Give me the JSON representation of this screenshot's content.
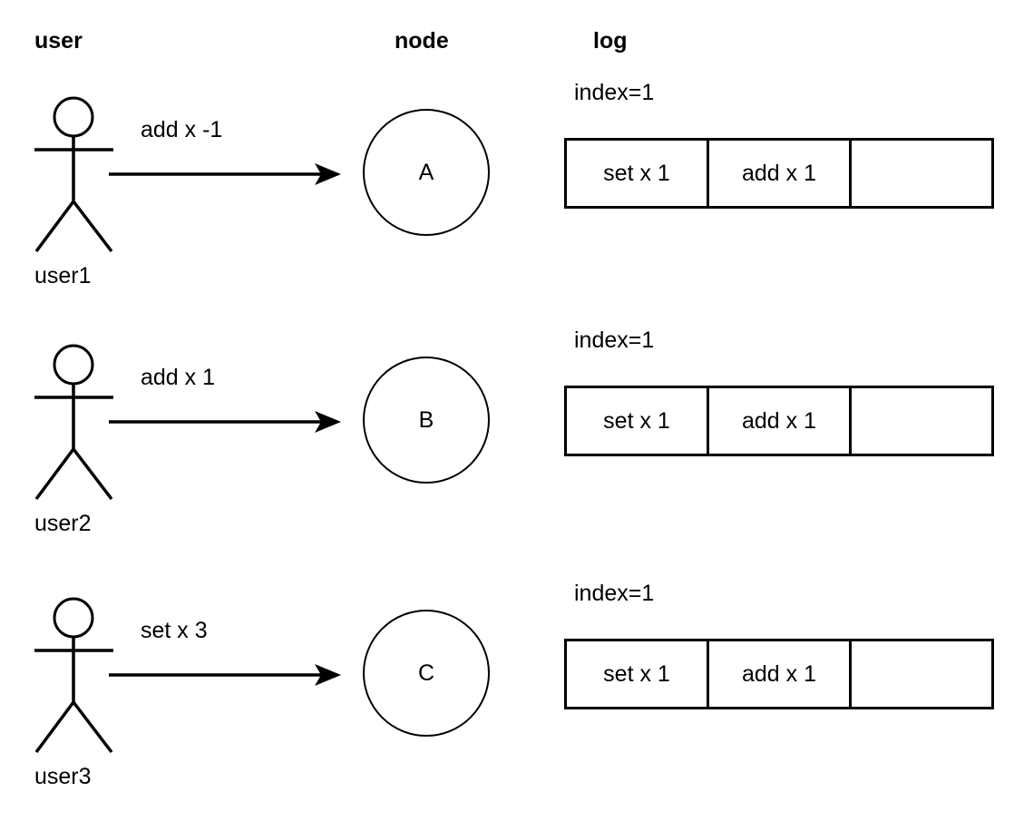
{
  "headers": {
    "user": "user",
    "node": "node",
    "log": "log"
  },
  "colors": {
    "stroke": "#000000",
    "background": "#ffffff"
  },
  "rows": [
    {
      "actor_label": "user1",
      "actor_icon": "stick-figure-icon",
      "arrow_icon": "arrow-right-icon",
      "message": "add x -1",
      "node_label": "A",
      "log": {
        "index_label": "index=1",
        "entries": [
          "set x 1",
          "add x 1",
          ""
        ]
      }
    },
    {
      "actor_label": "user2",
      "actor_icon": "stick-figure-icon",
      "arrow_icon": "arrow-right-icon",
      "message": "add x 1",
      "node_label": "B",
      "log": {
        "index_label": "index=1",
        "entries": [
          "set x 1",
          "add x 1",
          ""
        ]
      }
    },
    {
      "actor_label": "user3",
      "actor_icon": "stick-figure-icon",
      "arrow_icon": "arrow-right-icon",
      "message": "set x 3",
      "node_label": "C",
      "log": {
        "index_label": "index=1",
        "entries": [
          "set x 1",
          "add x 1",
          ""
        ]
      }
    }
  ]
}
